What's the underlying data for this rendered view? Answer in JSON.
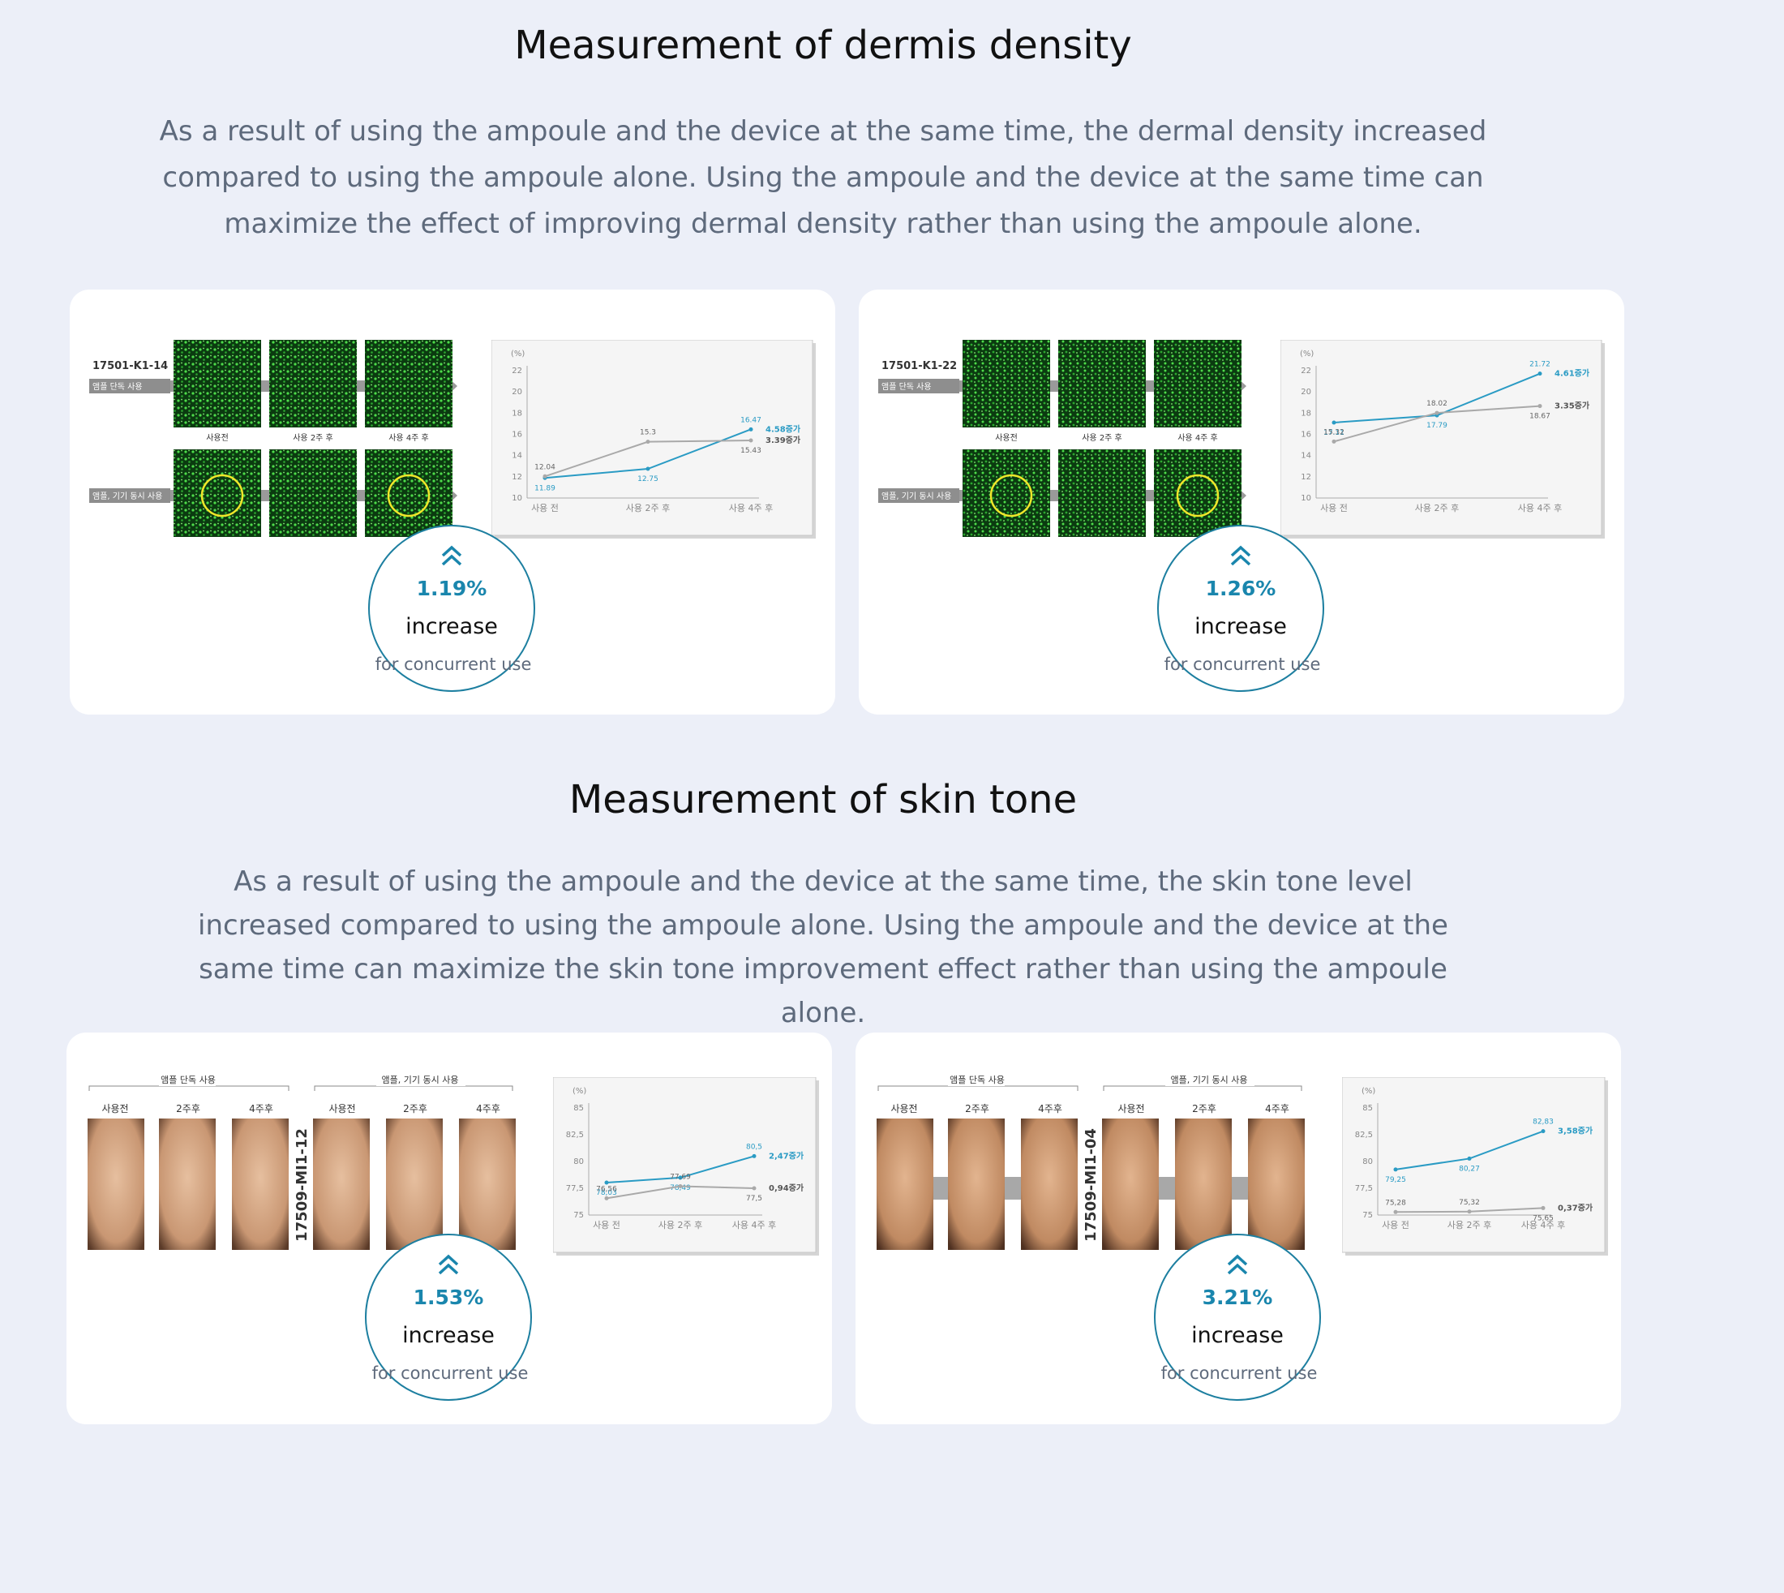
{
  "dermis": {
    "title": "Measurement of dermis density",
    "description": "As a result of using the ampoule and the device at the same time, the dermal density increased compared to using the ampoule alone. Using the ampoule and the device at the same time can maximize the effect of improving dermal density rather than using the ampoule alone.",
    "cards": [
      {
        "subject_id": "17501-K1-14",
        "row_labels": [
          "앰플 단독 사용",
          "앰플, 기기 동시 사용"
        ],
        "image_labels": [
          "사용전",
          "사용 2주 후",
          "사용 4주 후"
        ],
        "badge": {
          "percent": "1.19%",
          "label": "increase",
          "sub": "for concurrent use"
        }
      },
      {
        "subject_id": "17501-K1-22",
        "row_labels": [
          "앰플 단독 사용",
          "앰플, 기기 동시 사용"
        ],
        "image_labels": [
          "사용전",
          "사용 2주 후",
          "사용 4주 후"
        ],
        "badge": {
          "percent": "1.26%",
          "label": "increase",
          "sub": "for concurrent use"
        }
      }
    ]
  },
  "skintone": {
    "title": "Measurement of skin tone",
    "description": "As a result of using the ampoule and the device at the same time, the skin tone level increased compared to using the ampoule alone. Using the ampoule and the device at the same time can maximize the skin tone improvement effect rather than using the ampoule alone.",
    "cards": [
      {
        "subject_id": "17509-MI1-12",
        "group_labels": [
          "앰플 단독 사용",
          "앰플, 기기 동시 사용"
        ],
        "photo_labels": [
          "사용전",
          "2주후",
          "4주후",
          "사용전",
          "2주후",
          "4주후"
        ],
        "badge": {
          "percent": "1.53%",
          "label": "increase",
          "sub": "for concurrent use"
        }
      },
      {
        "subject_id": "17509-MI1-04",
        "group_labels": [
          "앰플 단독 사용",
          "앰플, 기기 동시 사용"
        ],
        "photo_labels": [
          "사용전",
          "2주후",
          "4주후",
          "사용전",
          "2주후",
          "4주후"
        ],
        "badge": {
          "percent": "3.21%",
          "label": "increase",
          "sub": "for concurrent use"
        }
      }
    ]
  },
  "colors": {
    "accent": "#1a86ad",
    "gray_line": "#a9a9a9",
    "background": "#eceff8"
  },
  "icons": {
    "badge_icon": "double-chevron-up-icon"
  },
  "chart_data": [
    {
      "type": "line",
      "ylabel": "(%)",
      "categories": [
        "사용 전",
        "사용 2주 후",
        "사용 4주 후"
      ],
      "ylim": [
        10,
        22
      ],
      "yticks": [
        10,
        12,
        14,
        16,
        18,
        20,
        22
      ],
      "series": [
        {
          "values": [
            11.89,
            12.75,
            16.47
          ],
          "labels": [
            "11.89",
            "12.75",
            "16.47"
          ],
          "color": "#2a9bc4",
          "end_note": "4.58증가"
        },
        {
          "values": [
            12.04,
            15.3,
            15.43
          ],
          "labels": [
            "12.04",
            "15.3",
            "15.43"
          ],
          "color": "#a9a9a9",
          "end_note": "3.39증가"
        }
      ]
    },
    {
      "type": "line",
      "ylabel": "(%)",
      "categories": [
        "사용 전",
        "사용 2주 후",
        "사용 4주 후"
      ],
      "ylim": [
        10,
        22
      ],
      "yticks": [
        10,
        12,
        14,
        16,
        18,
        20,
        22
      ],
      "series": [
        {
          "values": [
            17.11,
            17.79,
            21.72
          ],
          "labels": [
            "17.11",
            "17.79",
            "21.72"
          ],
          "color": "#2a9bc4",
          "end_note": "4.61증가"
        },
        {
          "values": [
            15.32,
            18.02,
            18.67
          ],
          "labels": [
            "15.32",
            "18.02",
            "18.67"
          ],
          "color": "#a9a9a9",
          "end_note": "3.35증가"
        }
      ]
    },
    {
      "type": "line",
      "ylabel": "(%)",
      "categories": [
        "사용 전",
        "사용 2주 후",
        "사용 4주 후"
      ],
      "ylim": [
        75,
        85
      ],
      "yticks": [
        75,
        77.5,
        80,
        82.5,
        85
      ],
      "ytick_labels": [
        "75",
        "77,5",
        "80",
        "82,5",
        "85"
      ],
      "series": [
        {
          "values": [
            78.03,
            78.49,
            80.5
          ],
          "labels": [
            "78,03",
            "78,49",
            "80,5"
          ],
          "color": "#2a9bc4",
          "end_note": "2,47증가"
        },
        {
          "values": [
            76.56,
            77.69,
            77.5
          ],
          "labels": [
            "76,56",
            "77,69",
            "77,5"
          ],
          "color": "#a9a9a9",
          "end_note": "0,94증가"
        }
      ]
    },
    {
      "type": "line",
      "ylabel": "(%)",
      "categories": [
        "사용 전",
        "사용 2주 후",
        "사용 4주 후"
      ],
      "ylim": [
        75,
        85
      ],
      "yticks": [
        75,
        77.5,
        80,
        82.5,
        85
      ],
      "ytick_labels": [
        "75",
        "77,5",
        "80",
        "82,5",
        "85"
      ],
      "series": [
        {
          "values": [
            79.25,
            80.27,
            82.83
          ],
          "labels": [
            "79,25",
            "80,27",
            "82,83"
          ],
          "color": "#2a9bc4",
          "end_note": "3,58증가"
        },
        {
          "values": [
            75.28,
            75.32,
            75.65
          ],
          "labels": [
            "75,28",
            "75,32",
            "75,65"
          ],
          "color": "#a9a9a9",
          "end_note": "0,37증가"
        }
      ]
    }
  ]
}
